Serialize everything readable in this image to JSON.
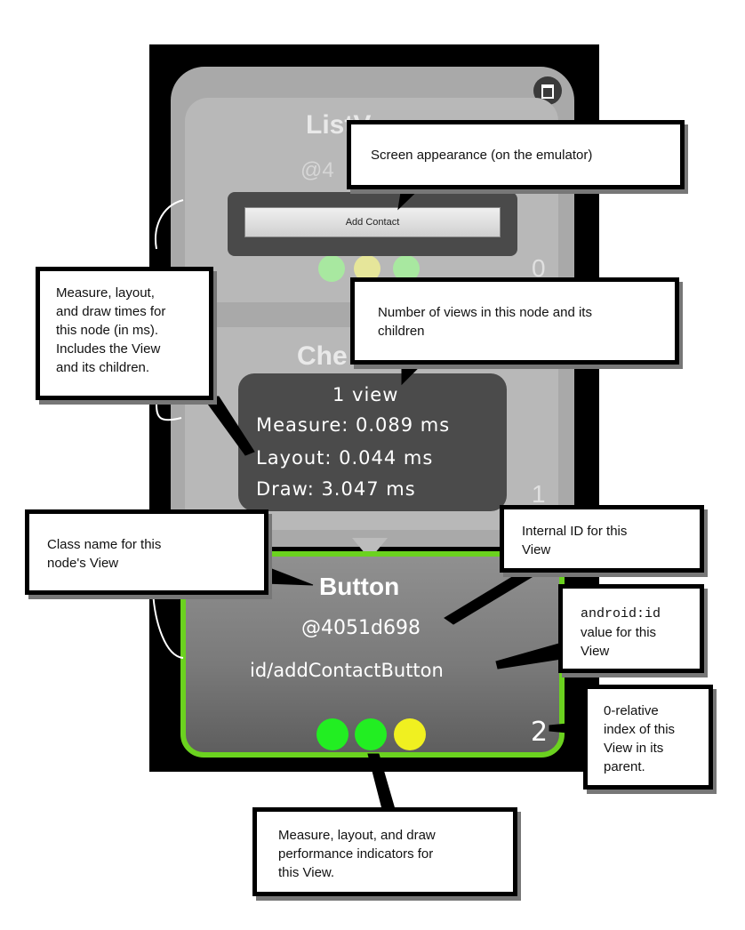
{
  "hierarchy": {
    "ghost_top": {
      "title": "ListV",
      "id_prefix": "@4",
      "index": "0"
    },
    "ghost_mid": {
      "title": "Che",
      "index": "1"
    },
    "preview_button_label": "Add Contact"
  },
  "tooltip": {
    "views": "1 view",
    "measure": "Measure: 0.089 ms",
    "layout": "Layout: 0.044 ms",
    "draw": "Draw: 3.047 ms"
  },
  "node": {
    "class_name": "Button",
    "internal_id": "@4051d698",
    "android_id": "id/addContactButton",
    "index": "2",
    "indicator_colors": [
      "#22ee22",
      "#22ee22",
      "#f0f020"
    ]
  },
  "callouts": {
    "screen": "Screen appearance (on the emulator)",
    "times": [
      "Measure, layout,",
      "and draw times for",
      "this node (in ms).",
      "Includes the View",
      "and its children."
    ],
    "views_count": [
      "Number of views in this node and its",
      "children"
    ],
    "class_name": [
      "Class name for this",
      "node's View"
    ],
    "internal_id": [
      "Internal ID for this",
      "View"
    ],
    "android_id_code": "android:id",
    "android_id": [
      "value for this",
      "View"
    ],
    "index": [
      "0-relative",
      "index of this",
      "View in its",
      "parent."
    ],
    "indicators": [
      "Measure, layout, and draw",
      "performance indicators for",
      "this View."
    ]
  },
  "colors": {
    "selection_border": "#6bd21f",
    "indicator_green": "#22ee22",
    "indicator_yellow": "#f0f020"
  }
}
